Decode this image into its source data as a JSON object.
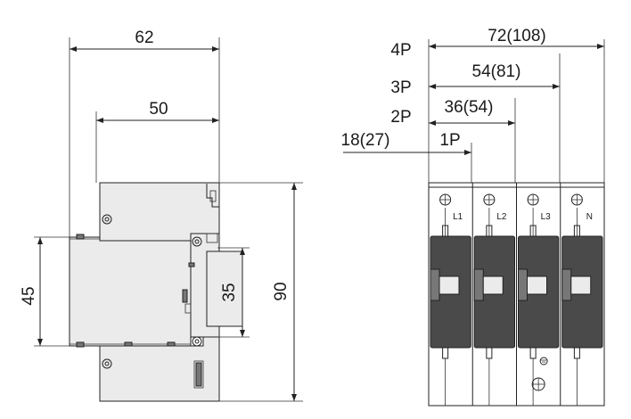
{
  "side_view": {
    "dim_total_depth": "62",
    "dim_inner_depth": "50",
    "dim_rail_height": "45",
    "dim_front_height": "35",
    "dim_total_height": "90"
  },
  "front_view": {
    "label_4p": "4P",
    "label_3p": "3P",
    "label_2p": "2P",
    "label_1p": "1P",
    "dim_4p": "72(108)",
    "dim_3p": "54(81)",
    "dim_2p": "36(54)",
    "dim_1p": "18(27)",
    "terminals": [
      "L1",
      "L2",
      "L3",
      "N"
    ]
  },
  "colors": {
    "line": "#222222",
    "body": "#ebebeb",
    "module_dark": "#4a4a4a"
  }
}
